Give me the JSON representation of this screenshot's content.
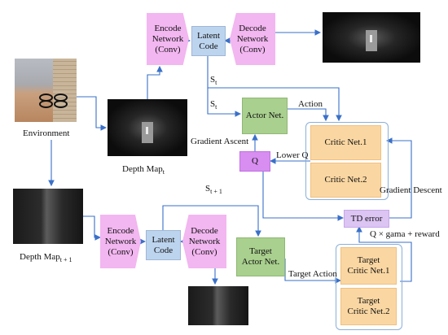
{
  "nodes": {
    "encode_top": "Encode\nNetwork\n(Conv)",
    "latent_top": "Latent\nCode",
    "decode_top": "Decode\nNetwork\n(Conv)",
    "encode_bot": "Encode\nNetwork\n(Conv)",
    "latent_bot": "Latent\nCode",
    "decode_bot": "Decode\nNetwork\n(Conv)",
    "actor": "Actor Net.",
    "q": "Q",
    "critic1": "Critic Net.1",
    "critic2": "Critic Net.2",
    "td_error": "TD error",
    "target_actor": "Target\nActor Net.",
    "target_critic1": "Target\nCritic Net.1",
    "target_critic2": "Target\nCritic Net.2"
  },
  "labels": {
    "environment": "Environment",
    "depth_map_t": "Depth Map",
    "depth_map_t_sub": "t",
    "depth_map_t1": "Depth Map",
    "depth_map_t1_sub": "t + 1",
    "s_t_1": "S",
    "s_t_1_sub": "t",
    "s_t_2": "S",
    "s_t_2_sub": "t",
    "s_t1": "S",
    "s_t1_sub": "t + 1",
    "action": "Action",
    "gradient_ascent": "Gradient Ascent",
    "lower_q": "Lower Q",
    "gradient_descent": "Gradient Descent",
    "q_gama_reward": "Q × gama + reward",
    "target_action": "Target Action"
  }
}
